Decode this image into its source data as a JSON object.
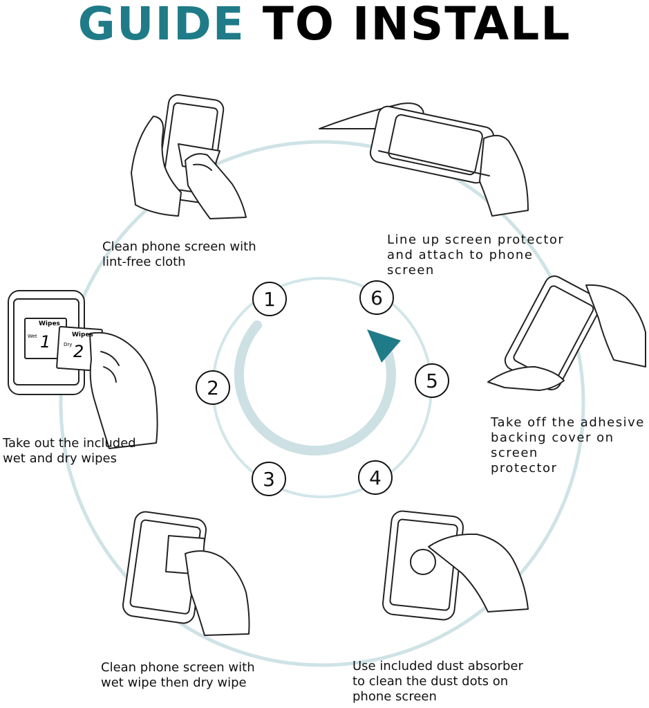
{
  "title": {
    "part1": "GUIDE",
    "part2": "TO INSTALL",
    "accent_color": "#1f7b87"
  },
  "steps": [
    {
      "number": "1",
      "caption": "Clean phone screen with\nlint-free cloth"
    },
    {
      "number": "2",
      "caption": "Take out the included\nwet and dry wipes"
    },
    {
      "number": "3",
      "caption": "Clean phone screen with\nwet wipe then dry wipe"
    },
    {
      "number": "4",
      "caption": "Use included dust absorber\nto clean the dust dots on\nphone screen"
    },
    {
      "number": "5",
      "caption": "Take off the adhesive\nbacking cover on screen\nprotector"
    },
    {
      "number": "6",
      "caption": "Line up screen protector\nand attach to phone\nscreen"
    }
  ],
  "wipes_card": {
    "label": "Wipes",
    "wet_number": "1",
    "dry_number": "2",
    "dry_label": "Dry",
    "wet_label": "Wet"
  },
  "colors": {
    "ring": "#cfe3e6",
    "arrow": "#cde0e3",
    "arrowhead": "#1f7b87"
  }
}
